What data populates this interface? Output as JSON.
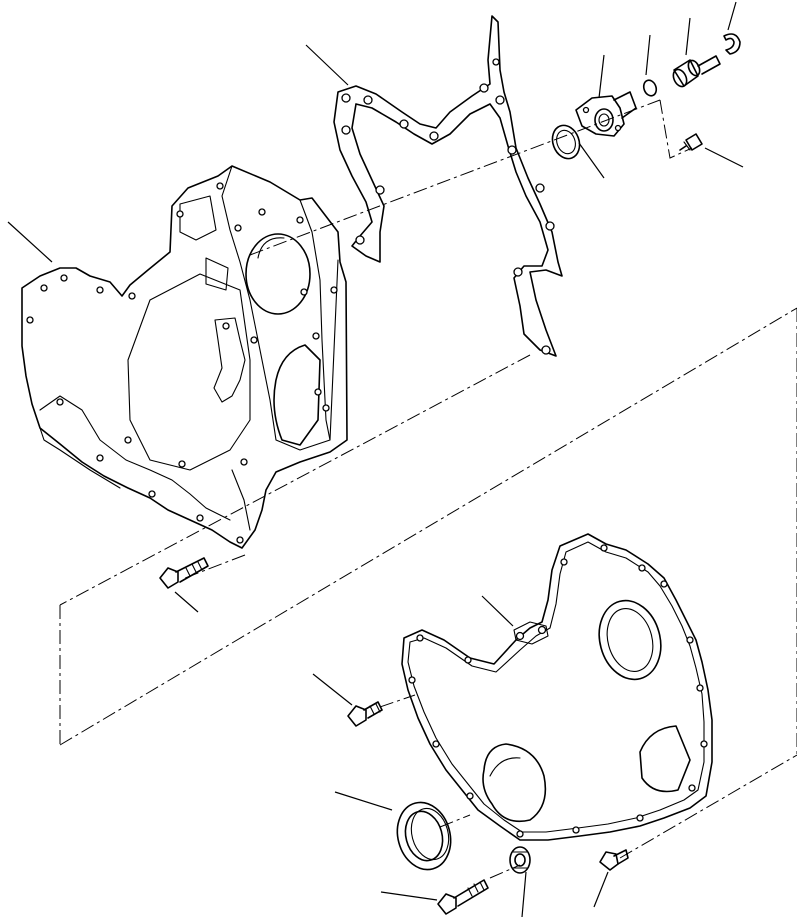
{
  "drawing": {
    "background": "#ffffff",
    "ink": "#000000",
    "parts": [
      {
        "key": "gear-housing"
      },
      {
        "key": "housing-gasket"
      },
      {
        "key": "seal-ring"
      },
      {
        "key": "bearing-housing"
      },
      {
        "key": "o-ring"
      },
      {
        "key": "bushing"
      },
      {
        "key": "snap-ring"
      },
      {
        "key": "small-bolt"
      },
      {
        "key": "housing-bolt"
      },
      {
        "key": "front-cover"
      },
      {
        "key": "cover-gasket"
      },
      {
        "key": "cover-bolt"
      },
      {
        "key": "front-oil-seal"
      },
      {
        "key": "long-bolt"
      },
      {
        "key": "washer"
      },
      {
        "key": "cover-bolt-lower"
      }
    ]
  }
}
